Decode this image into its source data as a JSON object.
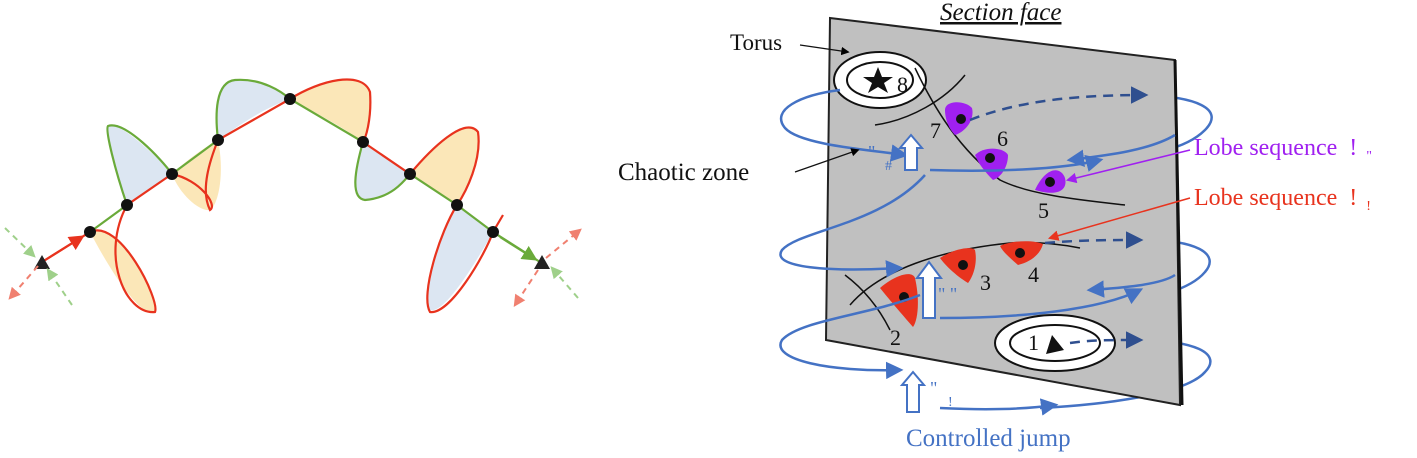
{
  "labels": {
    "section_face": "Section face",
    "torus": "Torus",
    "chaotic_zone": "Chaotic zone",
    "lobe_sequence_1": "Lobe sequence",
    "lobe_sequence_1_symbol": "!",
    "lobe_sequence_1_sub": "\"",
    "lobe_sequence_2": "Lobe sequence",
    "lobe_sequence_2_symbol": "!",
    "lobe_sequence_2_sub": "!",
    "controlled_jump": "Controlled jump",
    "jump_mark_top_quote": "\"",
    "jump_mark_top_sub": "#",
    "jump_mark_mid": "\" \"",
    "jump_mark_bottom_quote": "\"",
    "jump_mark_bottom_sub": "!"
  },
  "points": [
    "1",
    "2",
    "3",
    "4",
    "5",
    "6",
    "7",
    "8"
  ],
  "colors": {
    "red": "#e8331e",
    "green": "#6aaa3a",
    "light_blue_fill": "#dce6f2",
    "light_yellow_fill": "#fbe7b8",
    "purple": "#a020f0",
    "blue": "#4472c4",
    "dark_blue": "#2f4f8f",
    "plate": "#c0c0c0"
  }
}
